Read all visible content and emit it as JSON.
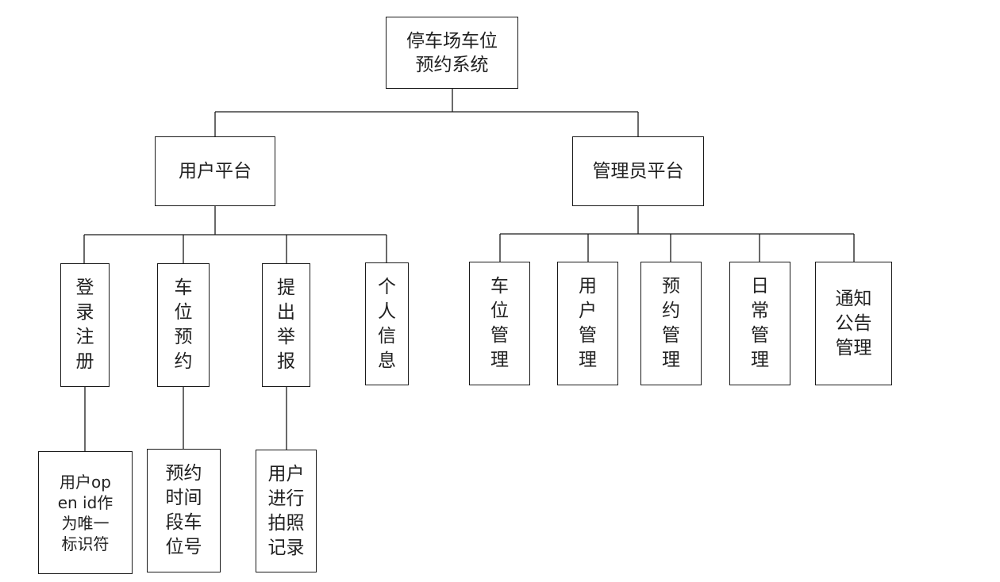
{
  "diagram": {
    "root": {
      "label": "停车场车位预约系统"
    },
    "user_platform": {
      "label": "用户平台",
      "children": [
        {
          "label": "登录注册",
          "detail": "用户open id作为唯一标识符"
        },
        {
          "label": "车位预约",
          "detail": "预约时间段车位号"
        },
        {
          "label": "提出举报",
          "detail": "用户进行拍照记录"
        },
        {
          "label": "个人信息"
        }
      ]
    },
    "admin_platform": {
      "label": "管理员平台",
      "children": [
        {
          "label": "车位管理"
        },
        {
          "label": "用户管理"
        },
        {
          "label": "预约管理"
        },
        {
          "label": "日常管理"
        },
        {
          "label": "通知公告管理"
        }
      ]
    }
  }
}
